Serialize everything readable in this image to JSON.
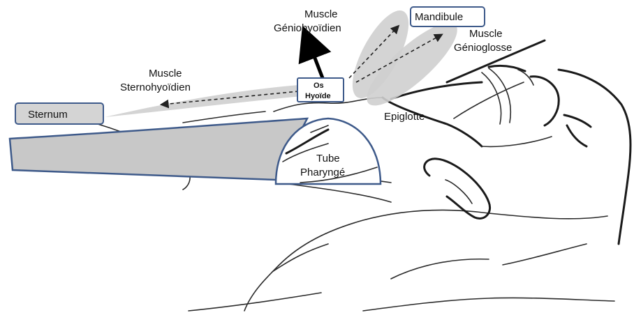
{
  "labels": {
    "sternum": "Sternum",
    "mandibule": "Mandibule",
    "os_line1": "Os",
    "os_line2": "Hyoïde",
    "sternohyoidien_line1": "Muscle",
    "sternohyoidien_line2": "Sternohyoïdien",
    "geniohyoidien_line1": "Muscle",
    "geniohyoidien_line2": "Géniohyoïdien",
    "genioglosse_line1": "Muscle",
    "genioglosse_line2": "Génioglosse",
    "epiglotte": "Epiglotte",
    "tube_line1": "Tube",
    "tube_line2": "Pharyngé"
  },
  "colors": {
    "box_border": "#3e5a8a",
    "muscle_fill": "#cfcfcf",
    "tube_fill": "#c8c8c8"
  }
}
